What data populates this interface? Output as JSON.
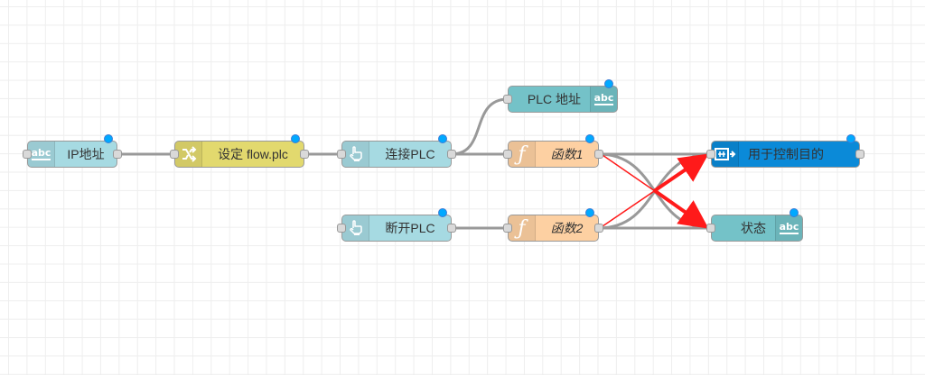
{
  "canvas": {
    "grid_color": "#eeeeee",
    "background": "#ffffff"
  },
  "nodes": {
    "ip_address": {
      "label": "IP地址",
      "type": "text-input",
      "icon": "abc-icon",
      "color": "#a6dae2"
    },
    "set_flow_plc": {
      "label": "设定 flow.plc",
      "type": "change",
      "icon": "shuffle-icon",
      "color": "#e2d96e"
    },
    "connect_plc": {
      "label": "连接PLC",
      "type": "inject-button",
      "icon": "hand-pointer-icon",
      "color": "#a6dae2"
    },
    "plc_address": {
      "label": "PLC 地址",
      "type": "text-output",
      "icon": "abc-icon",
      "color": "#74c2c8"
    },
    "function1": {
      "label": "函数1",
      "type": "function",
      "icon": "function-icon",
      "color": "#fdd0a2"
    },
    "for_control": {
      "label": "用于控制目的",
      "type": "link-out",
      "icon": "link-out-icon",
      "color": "#0b8ad8"
    },
    "disconnect_plc": {
      "label": "断开PLC",
      "type": "inject-button",
      "icon": "hand-pointer-icon",
      "color": "#a6dae2"
    },
    "function2": {
      "label": "函数2",
      "type": "function",
      "icon": "function-icon",
      "color": "#fdd0a2"
    },
    "status": {
      "label": "状态",
      "type": "text-output",
      "icon": "abc-icon",
      "color": "#74c2c8"
    }
  },
  "icons": {
    "abc": "abc",
    "function": "ƒ"
  },
  "wires": [
    {
      "from": "ip_address",
      "to": "set_flow_plc"
    },
    {
      "from": "set_flow_plc",
      "to": "connect_plc"
    },
    {
      "from": "connect_plc",
      "to": "plc_address"
    },
    {
      "from": "connect_plc",
      "to": "function1"
    },
    {
      "from": "disconnect_plc",
      "to": "function2"
    },
    {
      "from": "function1",
      "to": "for_control"
    },
    {
      "from": "function1",
      "to": "status"
    },
    {
      "from": "function2",
      "to": "for_control"
    },
    {
      "from": "function2",
      "to": "status"
    }
  ],
  "annotations": {
    "arrow_color": "#ff1a1a",
    "arrows": [
      {
        "from": "function1",
        "to": "status"
      },
      {
        "from": "function2",
        "to": "for_control"
      }
    ]
  },
  "status_indicator_color": "#00a9ff",
  "wire_color": "#999999"
}
